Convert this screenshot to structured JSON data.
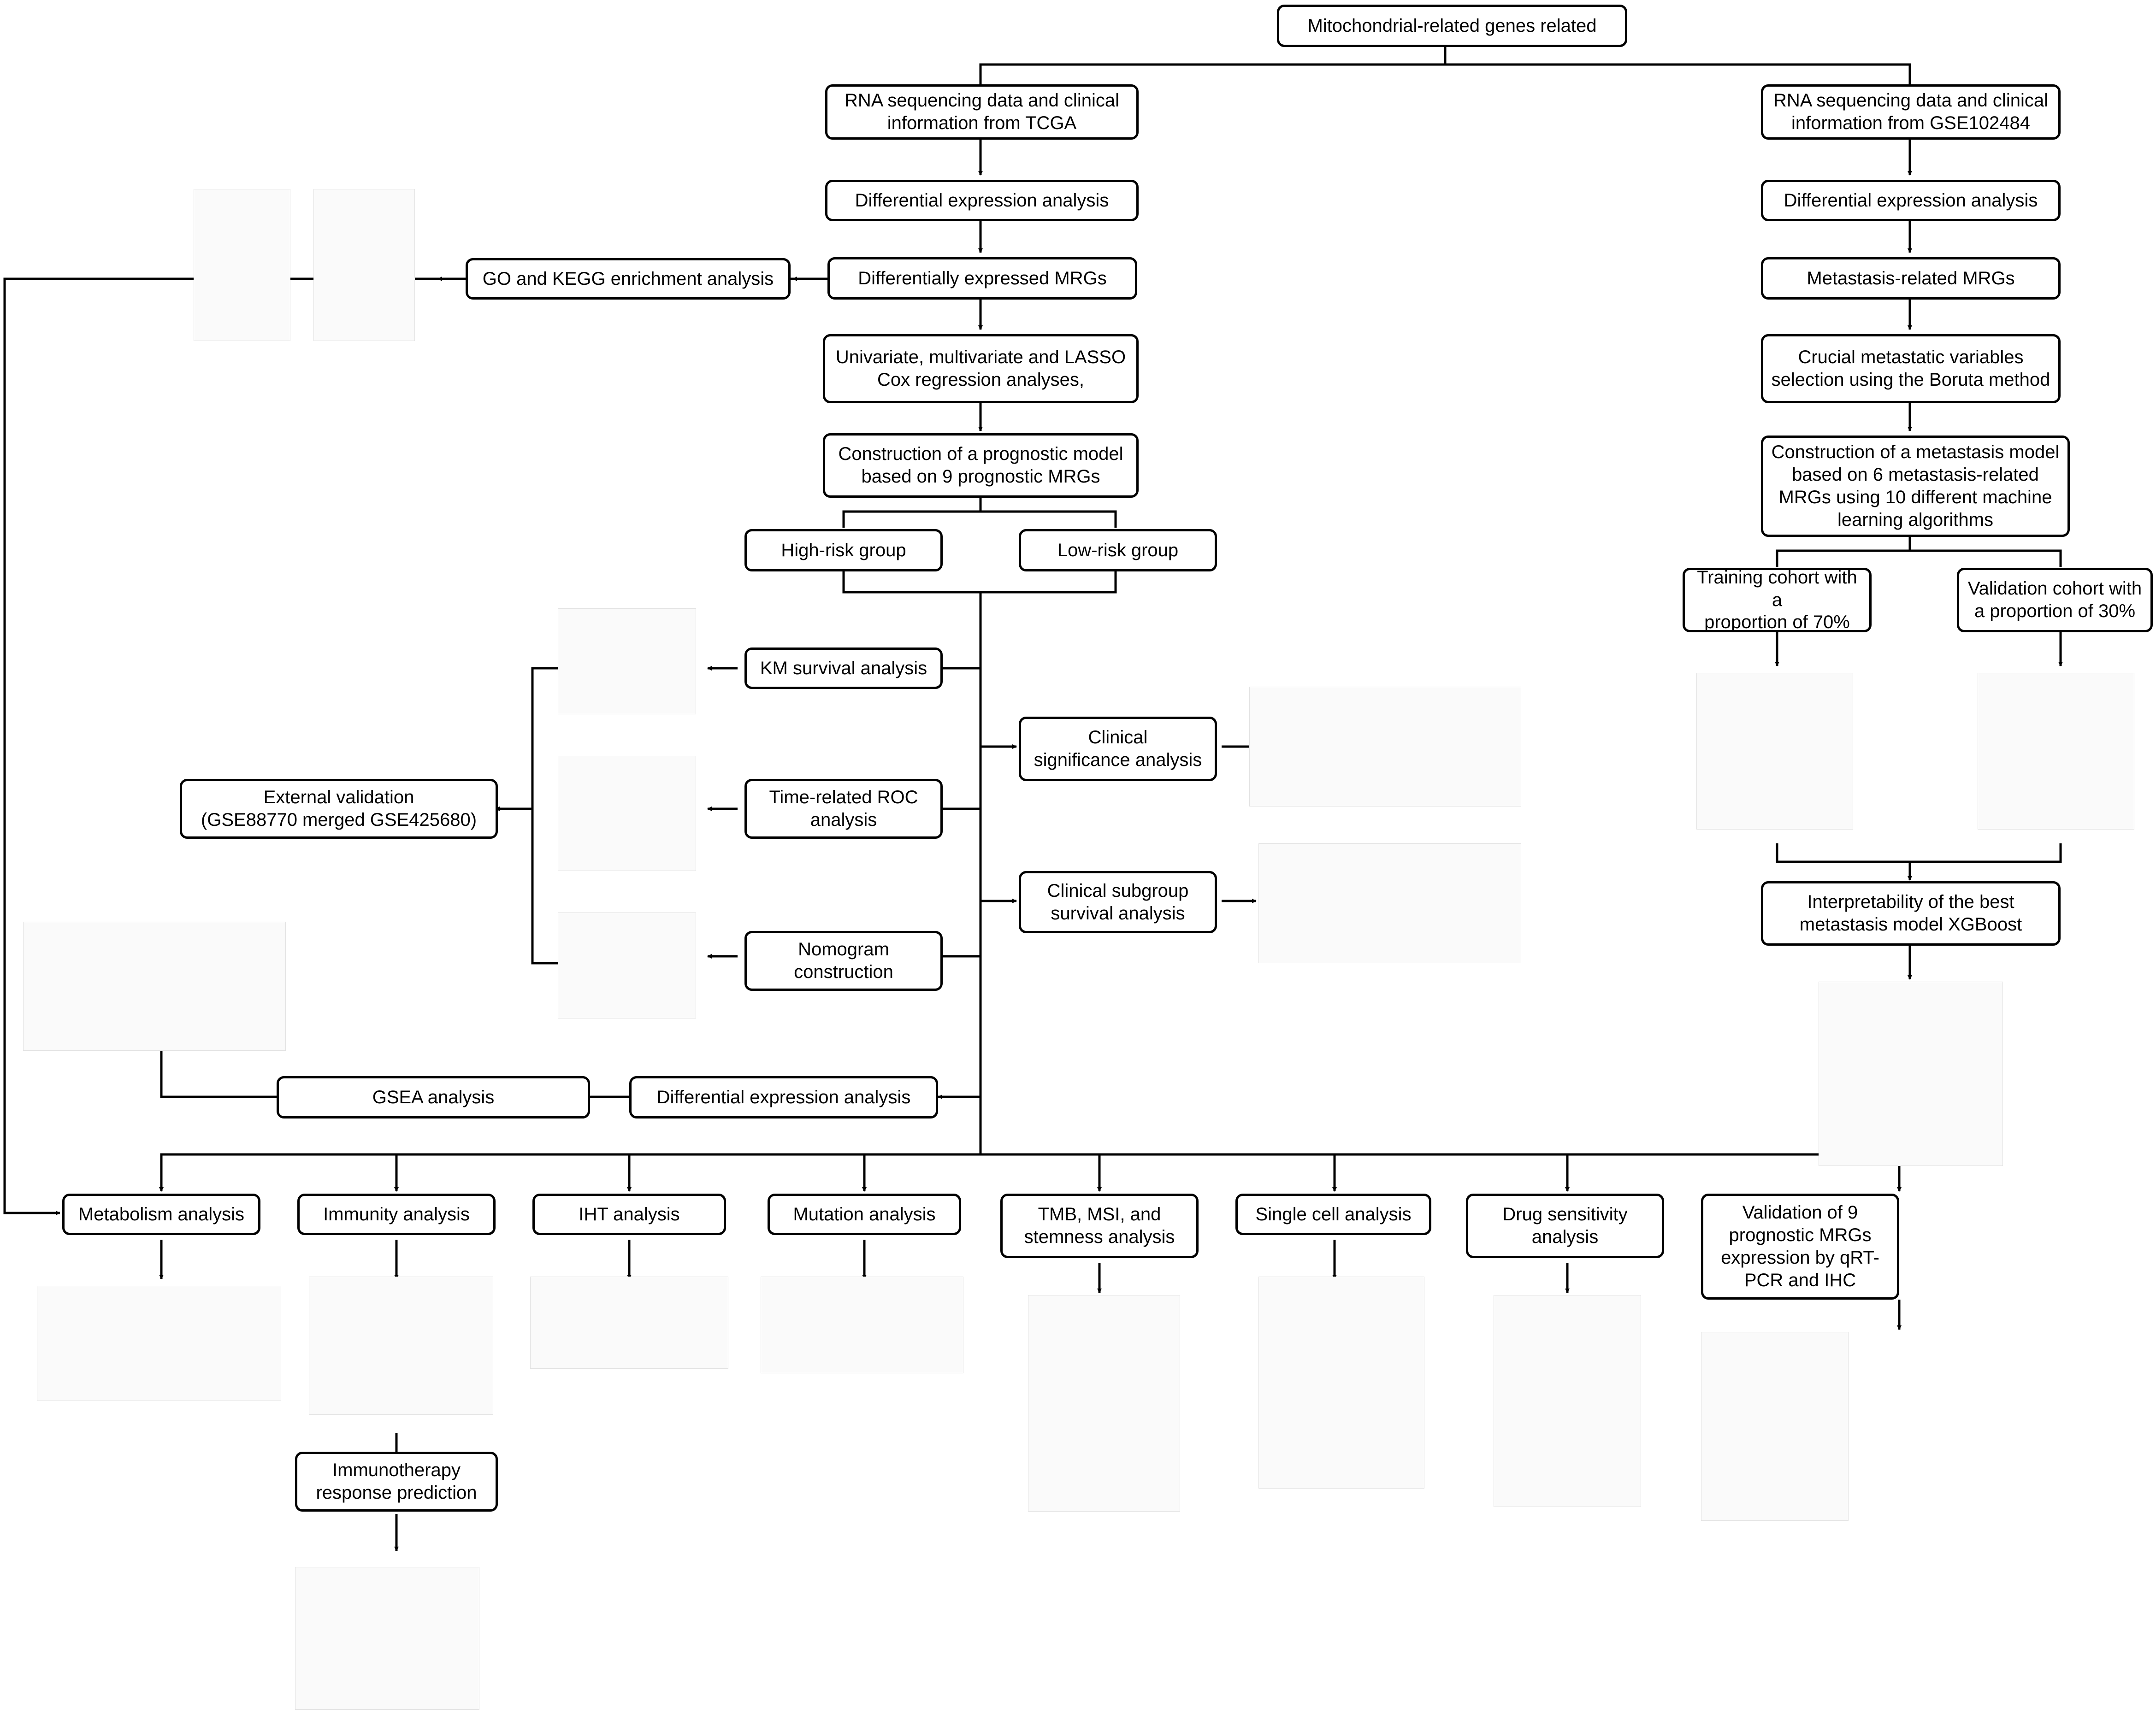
{
  "nodes": {
    "mito": "Mitochondrial-related genes related",
    "tcga_data": "RNA sequencing data and clinical\ninformation from TCGA",
    "geo_data": "RNA sequencing data and clinical\ninformation from GSE102484",
    "dea_left": "Differential  expression analysis",
    "dea_right": "Differential  expression analysis",
    "de_mrgs": "Differentially expressed MRGs",
    "go_kegg": "GO and KEGG enrichment analysis",
    "metastasis_mrgs": "Metastasis-related MRGs",
    "cox": "Univariate, multivariate and LASSO\nCox regression analyses,",
    "boruta": "Crucial metastatic variables\nselection using the Boruta method",
    "prog_model": "Construction of a prognostic model\nbased on 9 prognostic MRGs",
    "meta_model": "Construction of a metastasis model\nbased on 6 metastasis-related\nMRGs using 10 different machine\nlearning algorithms",
    "high_risk": "High-risk group",
    "low_risk": "Low-risk group",
    "training": "Training cohort with a\nproportion of 70%",
    "validation": "Validation cohort with\na proportion of 30%",
    "km": "KM survival analysis",
    "clinical_sig": "Clinical\nsignificance analysis",
    "external": "External validation\n(GSE88770 merged GSE425680)",
    "time_roc": "Time-related ROC\nanalysis",
    "subgroup": "Clinical subgroup\nsurvival analysis",
    "nomogram": "Nomogram\nconstruction",
    "interpret": "Interpretability of the best\nmetastasis model XGBoost",
    "gsea": "GSEA analysis",
    "dea_bottom": "Differential  expression analysis",
    "metabolism": "Metabolism analysis",
    "immunity": "Immunity analysis",
    "iht": "IHT analysis",
    "mutation": "Mutation analysis",
    "tmb": "TMB, MSI, and\nstemness analysis",
    "single_cell": "Single cell analysis",
    "drug": "Drug sensitivity\nanalysis",
    "qrt": "Validation of 9\nprognostic MRGs\nexpression by qRT-\nPCR and IHC",
    "immunotherapy": "Immunotherapy\nresponse prediction"
  }
}
